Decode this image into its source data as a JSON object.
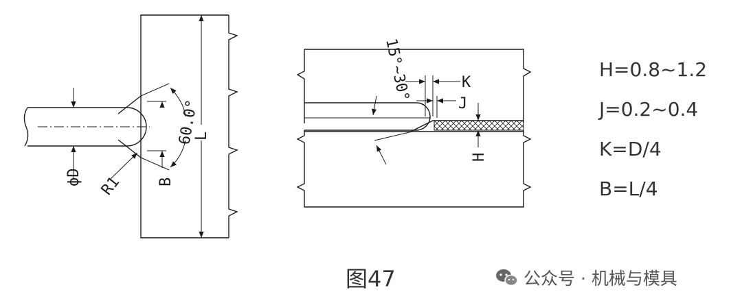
{
  "left_view": {
    "dim_phiD": "ϕD",
    "dim_R1": "R1",
    "dim_B": "B",
    "dim_angle": "60.0°",
    "dim_L": "L"
  },
  "middle_view": {
    "dim_angle": "15°~30°",
    "dim_K": "K",
    "dim_J": "J",
    "dim_H": "H"
  },
  "formulas": [
    "H=0.8~1.2",
    "J=0.2~0.4",
    "K=D/4",
    "B=L/4"
  ],
  "caption": "图47",
  "watermark": {
    "text": "公众号 · 机械与模具",
    "icon": "wechat-icon"
  }
}
